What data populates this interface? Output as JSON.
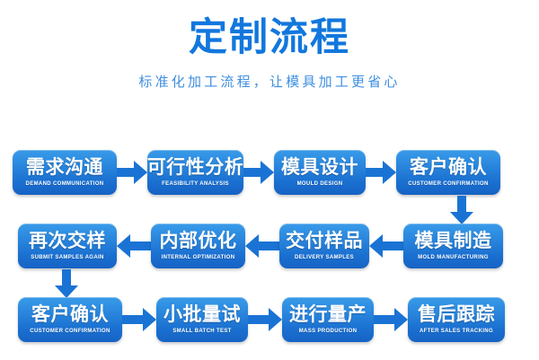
{
  "header": {
    "title": "定制流程",
    "subtitle": "标准化加工流程，让模具加工更省心",
    "title_color": "#1277dd",
    "subtitle_color": "#3f8fe0"
  },
  "theme": {
    "background": "#ffffff",
    "node_gradient_top": "#3a9ae8",
    "node_gradient_bottom": "#1663c4",
    "arrow_color": "#1a73d4",
    "node_text_color": "#ffffff"
  },
  "flow": {
    "rows": [
      {
        "direction": "left-to-right",
        "nodes": [
          {
            "cn": "需求沟通",
            "en": "DEMAND COMMUNICATION",
            "width": 116
          },
          {
            "cn": "可行性分析",
            "en": "FEASIBILITY ANALYSIS",
            "width": 107
          },
          {
            "cn": "模具设计",
            "en": "MOULD DESIGN",
            "width": 102
          },
          {
            "cn": "客户确认",
            "en": "CUSTOMER CONFIRMATION",
            "width": 116
          }
        ]
      },
      {
        "direction": "right-to-left",
        "nodes": [
          {
            "cn": "再次交样",
            "en": "SUBMIT SAMPLES AGAIN",
            "width": 110
          },
          {
            "cn": "内部优化",
            "en": "INTERNAL OPTIMIZATION",
            "width": 105
          },
          {
            "cn": "交付样品",
            "en": "DELIVERY SAMPLES",
            "width": 100
          },
          {
            "cn": "模具制造",
            "en": "MOLD MANUFACTURING",
            "width": 111
          }
        ]
      },
      {
        "direction": "left-to-right",
        "nodes": [
          {
            "cn": "客户确认",
            "en": "CUSTOMER CONFIRMATION",
            "width": 116
          },
          {
            "cn": "小批量试",
            "en": "SMALL BATCH TEST",
            "width": 102
          },
          {
            "cn": "进行量产",
            "en": "MASS PRODUCTION",
            "width": 102
          },
          {
            "cn": "售后跟踪",
            "en": "AFTER SALES TRACKING",
            "width": 108
          }
        ]
      }
    ],
    "connectors": {
      "right_down": "down-arrow",
      "left_down": "down-arrow",
      "horizontal_right": "right-arrow",
      "horizontal_left": "left-arrow"
    }
  }
}
